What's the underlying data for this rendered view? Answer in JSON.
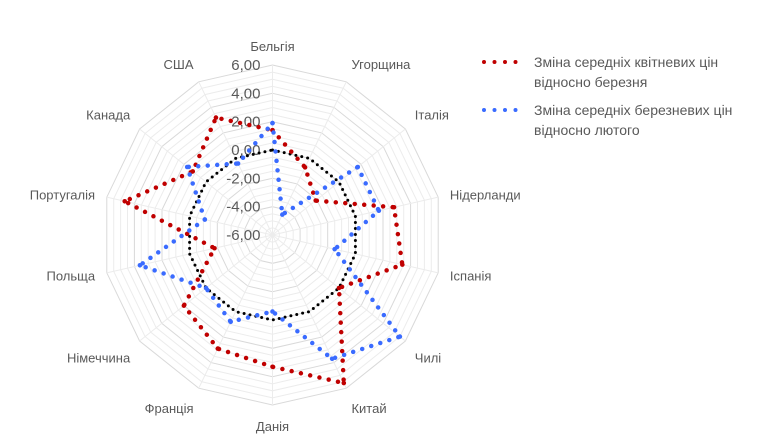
{
  "chart_data": {
    "type": "radar",
    "title": "",
    "categories": [
      "Бельгія",
      "Угорщина",
      "Італія",
      "Нідерланди",
      "Іспанія",
      "Чилі",
      "Китай",
      "Данія",
      "Франція",
      "Німеччина",
      "Польща",
      "Португалія",
      "Канада",
      "США"
    ],
    "series": [
      {
        "name": "Зміна середніх квітневих цін відносно березня",
        "color": "#C00000",
        "values": [
          1.4,
          -0.7,
          -2.1,
          2.8,
          3.4,
          0.0,
          5.6,
          3.3,
          2.9,
          2.0,
          -1.8,
          4.7,
          1.2,
          3.2
        ]
      },
      {
        "name": "Зміна середніх березневих цін відносно лютого",
        "color": "#3A6BFF",
        "values": [
          1.9,
          -4.4,
          1.7,
          1.7,
          -1.5,
          5.5,
          3.7,
          -0.6,
          0.8,
          0.0,
          3.6,
          -1.1,
          1.7,
          -0.4
        ]
      }
    ],
    "reference_line": {
      "value": 0,
      "color": "#000000"
    },
    "rlim": [
      -6,
      6
    ],
    "ticks": [
      6,
      4,
      2,
      0,
      -2,
      -4,
      -6
    ],
    "tick_labels": [
      "6,00",
      "4,00",
      "2,00",
      "0,00",
      "-2,00",
      "-4,00",
      "-6,00"
    ],
    "minor_step": 0.5,
    "legend_position": "right"
  }
}
